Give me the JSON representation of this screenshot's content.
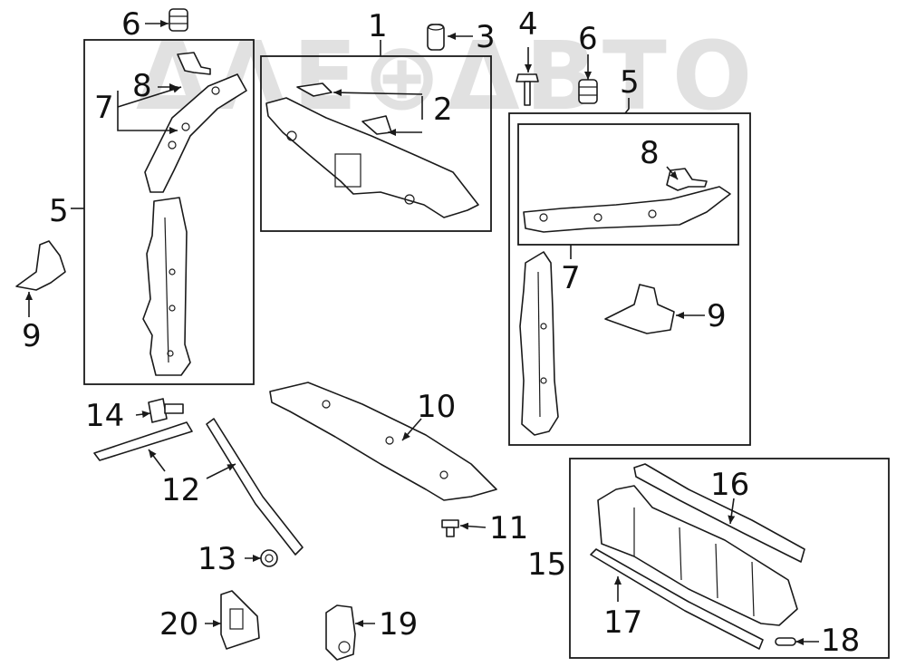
{
  "watermark": "ΔΛΕ⊕ΔΒΤΟ",
  "callouts": [
    "1",
    "2",
    "3",
    "4",
    "5",
    "5",
    "6",
    "6",
    "7",
    "7",
    "8",
    "8",
    "9",
    "9",
    "10",
    "11",
    "12",
    "13",
    "14",
    "15",
    "16",
    "17",
    "18",
    "19",
    "20"
  ]
}
